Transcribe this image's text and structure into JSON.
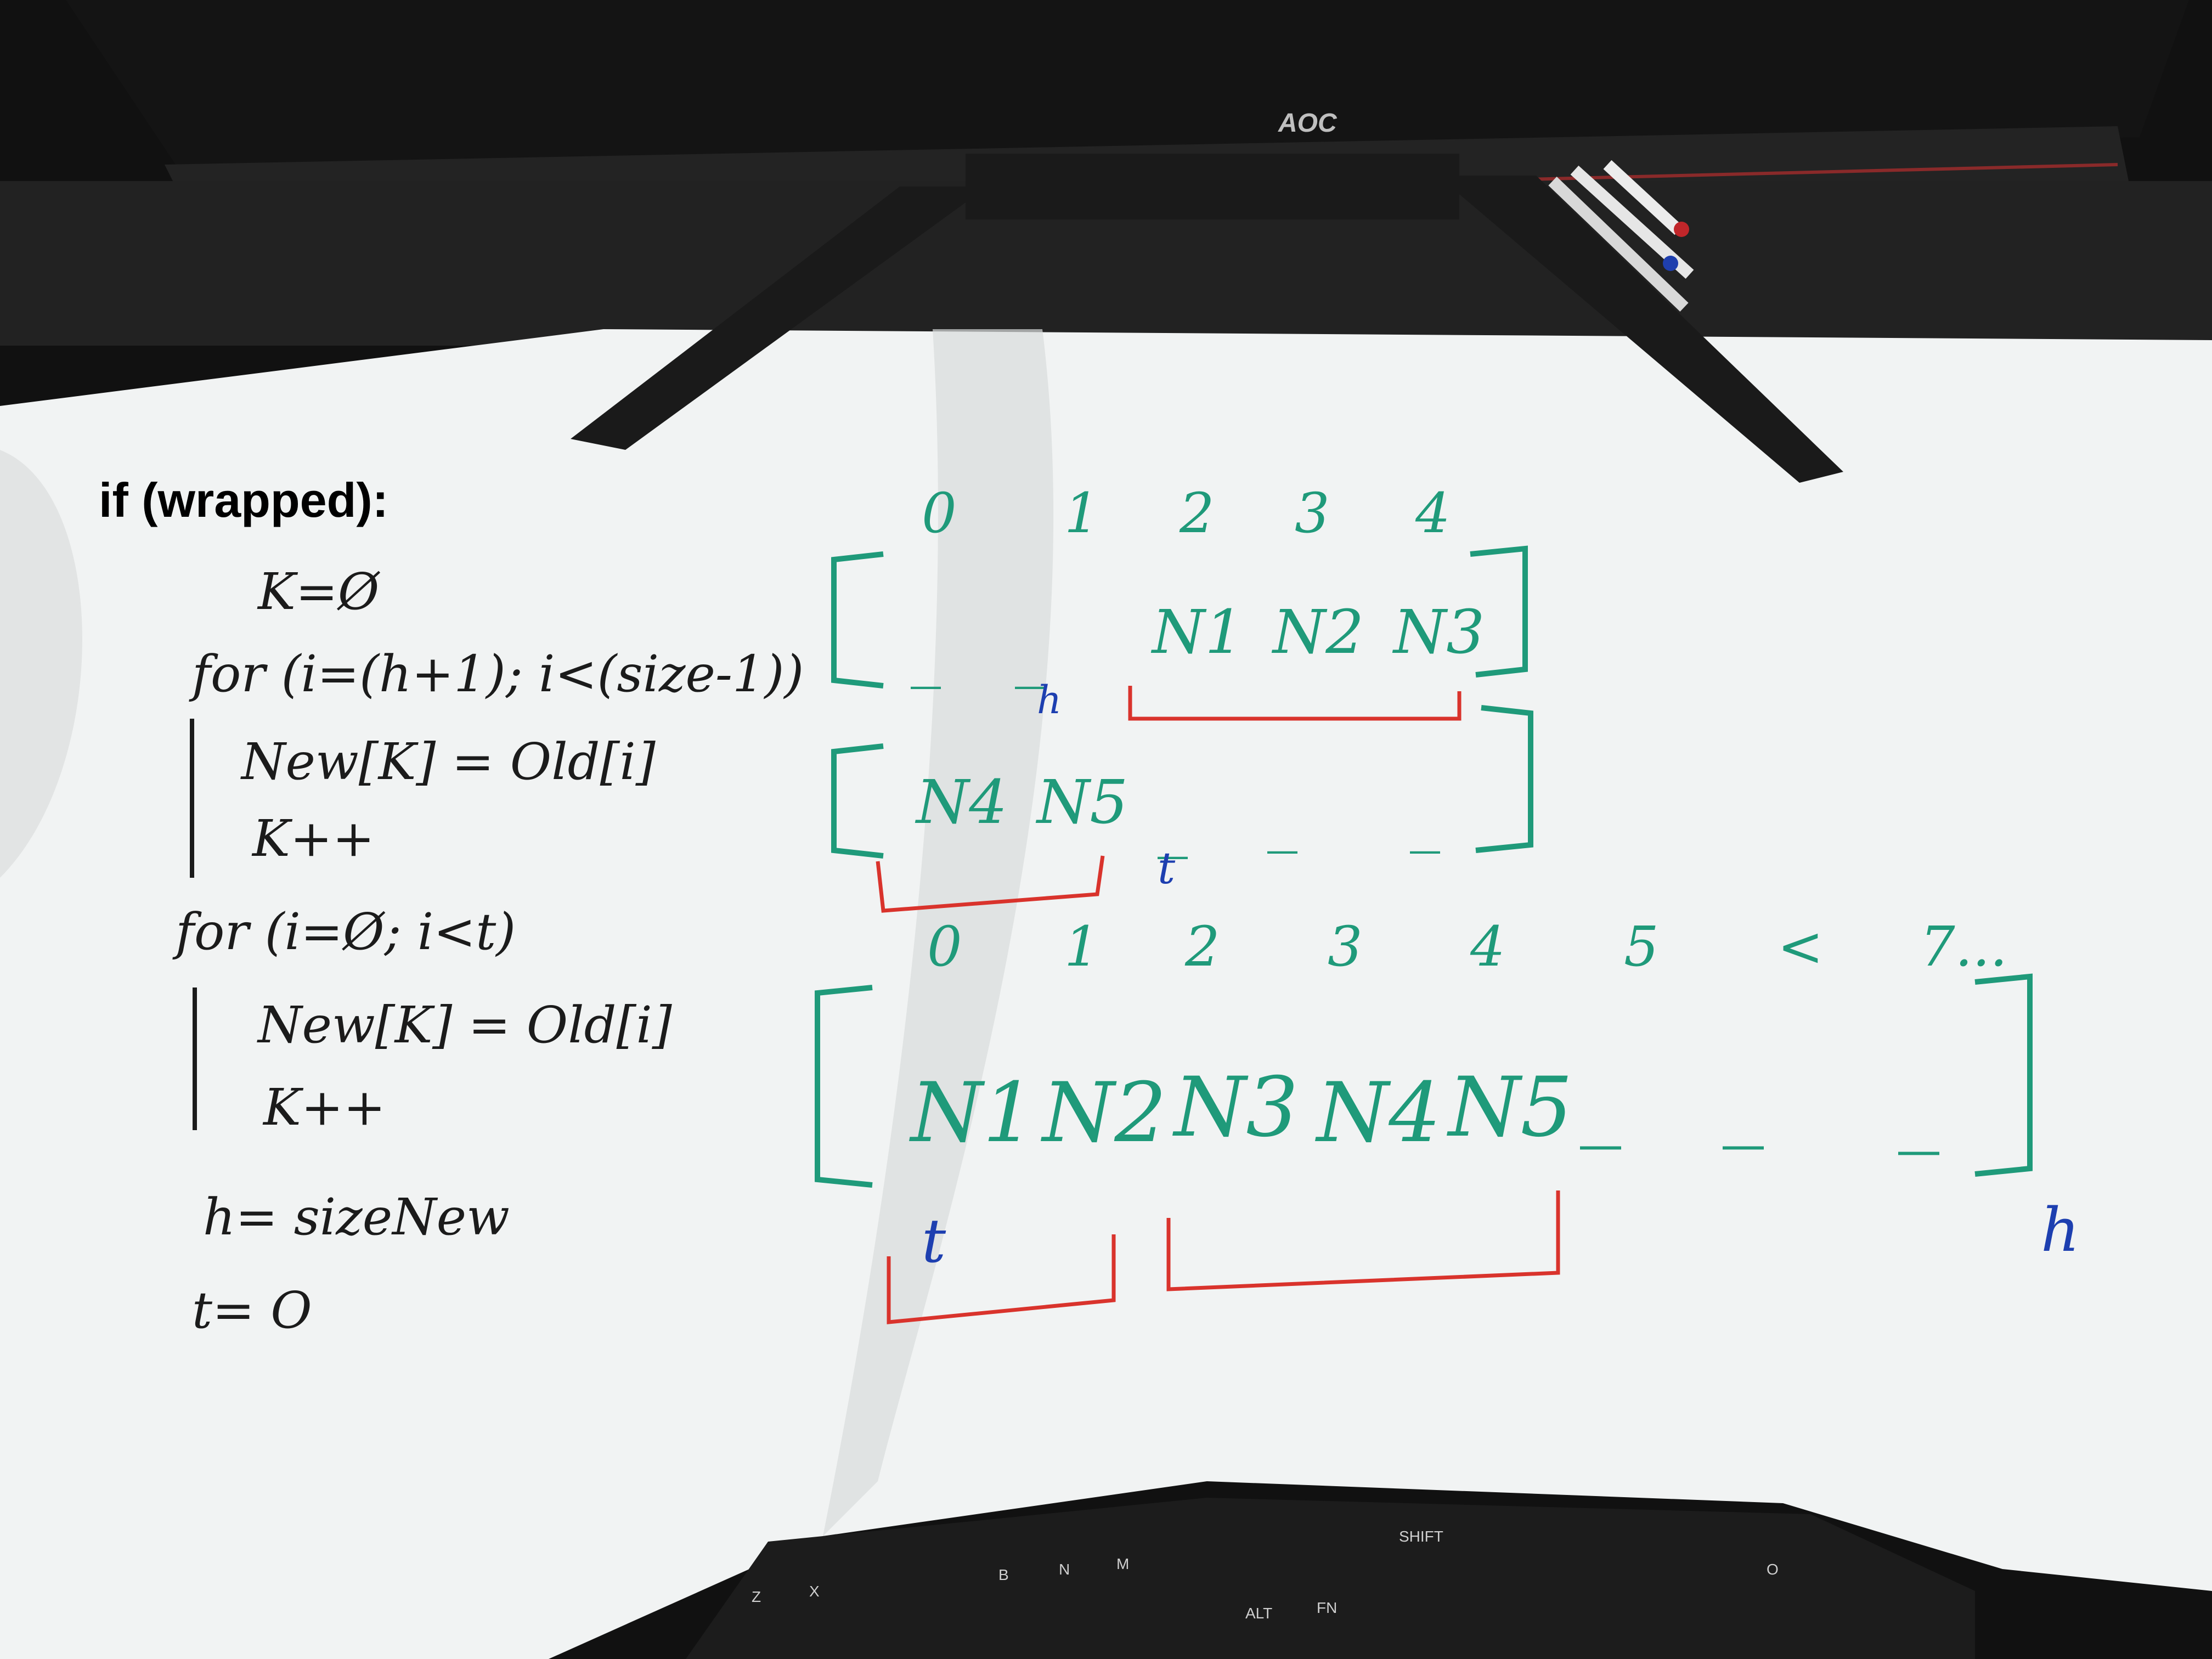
{
  "colors": {
    "code_ink": "#1b1b1b",
    "array_ink": "#1f9a7a",
    "pointer_ink": "#1d3fb0",
    "bracket_ink": "#d9332c",
    "board": "#f1f3f3",
    "monitor_stand": "#1a1a1a"
  },
  "background": {
    "monitor_brand": "AOC",
    "keyboard_keys": [
      "Z",
      "X",
      "B",
      "N",
      "M",
      "SHIFT",
      "ALT",
      "FN",
      "O"
    ]
  },
  "heading": "if (wrapped):",
  "code_lines": [
    "K=Ø",
    "for (i=(h+1); i<(size-1))",
    "New[K] = Old[i]",
    "K++",
    "for (i=Ø; i<t)",
    "New[K] = Old[i]",
    "K++",
    "h= sizeNew",
    "t= O"
  ],
  "old_array": {
    "indices": [
      "0",
      "1",
      "2",
      "3",
      "4"
    ],
    "row1_cells": [
      "_",
      "_",
      "N1",
      "N2",
      "N3"
    ],
    "row2_cells": [
      "N4",
      "N5",
      "_",
      "_",
      "_"
    ],
    "row1_pointer": "h",
    "row2_pointer": "t"
  },
  "new_array": {
    "indices": [
      "0",
      "1",
      "2",
      "3",
      "4",
      "5",
      "<",
      "7..."
    ],
    "cells": [
      "N1",
      "N2",
      "N3",
      "N4",
      "N5",
      "_",
      "_",
      "_"
    ],
    "left_pointer": "t",
    "right_pointer": "h"
  }
}
